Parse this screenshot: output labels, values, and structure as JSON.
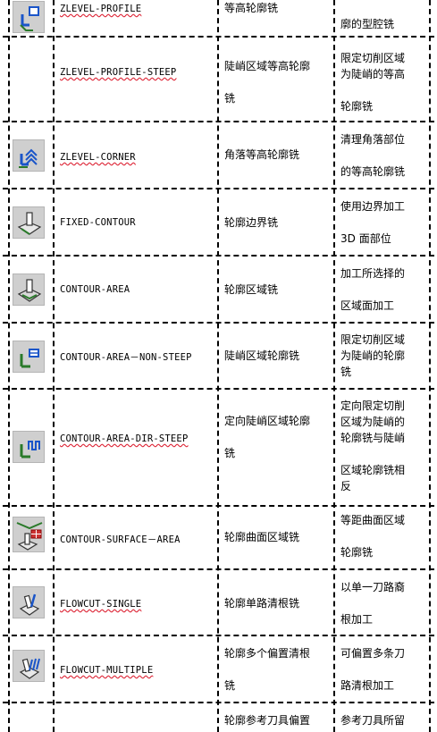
{
  "rows": [
    {
      "name": "ZLEVEL-PROFILE",
      "desc": [
        "等高轮廓铣"
      ],
      "purpose": [
        "",
        "廓的型腔铣"
      ]
    },
    {
      "name": "ZLEVEL-PROFILE-STEEP",
      "desc": [
        "陡峭区域等高轮廓",
        "铣"
      ],
      "purpose": [
        "限定切削区域",
        "为陡峭的等高",
        "",
        "轮廓铣"
      ]
    },
    {
      "name": "ZLEVEL-CORNER",
      "desc": [
        "角落等高轮廓铣"
      ],
      "purpose": [
        "清理角落部位",
        "",
        "的等高轮廓铣"
      ]
    },
    {
      "name": "FIXED-CONTOUR",
      "desc": [
        "轮廓边界铣"
      ],
      "purpose": [
        "使用边界加工",
        "",
        "3D 面部位"
      ]
    },
    {
      "name": "CONTOUR-AREA",
      "desc": [
        "轮廓区域铣"
      ],
      "purpose": [
        "加工所选择的",
        "",
        "区域面加工"
      ]
    },
    {
      "name": "CONTOUR-AREA－NON-STEEP",
      "desc": [
        "陡峭区域轮廓铣"
      ],
      "purpose": [
        "限定切削区域",
        "为陡峭的轮廓",
        "铣"
      ]
    },
    {
      "name": "CONTOUR-AREA-DIR-STEEP",
      "desc": [
        "定向陡峭区域轮廓",
        "",
        "铣"
      ],
      "purpose": [
        "定向限定切削",
        "区域为陡峭的",
        "轮廓铣与陡峭",
        "",
        "区域轮廓铣相",
        "反"
      ]
    },
    {
      "name": "CONTOUR-SURFACE－AREA",
      "desc": [
        "轮廓曲面区域铣"
      ],
      "purpose": [
        "等距曲面区域",
        "",
        "轮廓铣"
      ]
    },
    {
      "name": "FLOWCUT-SINGLE",
      "desc": [
        "轮廓单路清根铣"
      ],
      "purpose": [
        "以单一刀路裔",
        "",
        "根加工"
      ]
    },
    {
      "name": "FLOWCUT-MULTIPLE",
      "desc": [
        "轮廓多个偏置清根",
        "",
        "铣"
      ],
      "purpose": [
        "可偏置多条刀",
        "",
        "路清根加工"
      ]
    },
    {
      "name": "",
      "desc": [
        "轮廓参考刀具偏置"
      ],
      "purpose": [
        "参考刀具所留"
      ]
    }
  ],
  "icons": [
    "profile-icon",
    "",
    "corner-icon",
    "fixed-contour-icon",
    "contour-area-icon",
    "non-steep-icon",
    "dir-steep-icon",
    "surface-area-icon",
    "flowcut-single-icon",
    "flowcut-multiple-icon",
    ""
  ]
}
